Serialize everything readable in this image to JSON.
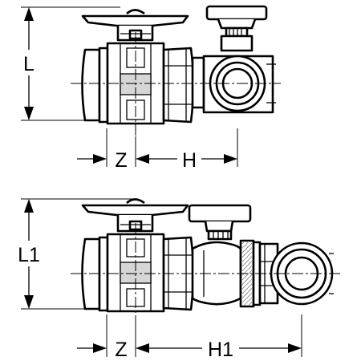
{
  "top_diagram": {
    "dimensions": {
      "height": "L",
      "offset": "Z",
      "length": "H"
    }
  },
  "bottom_diagram": {
    "dimensions": {
      "height": "L1",
      "offset": "Z",
      "length": "H1"
    }
  }
}
